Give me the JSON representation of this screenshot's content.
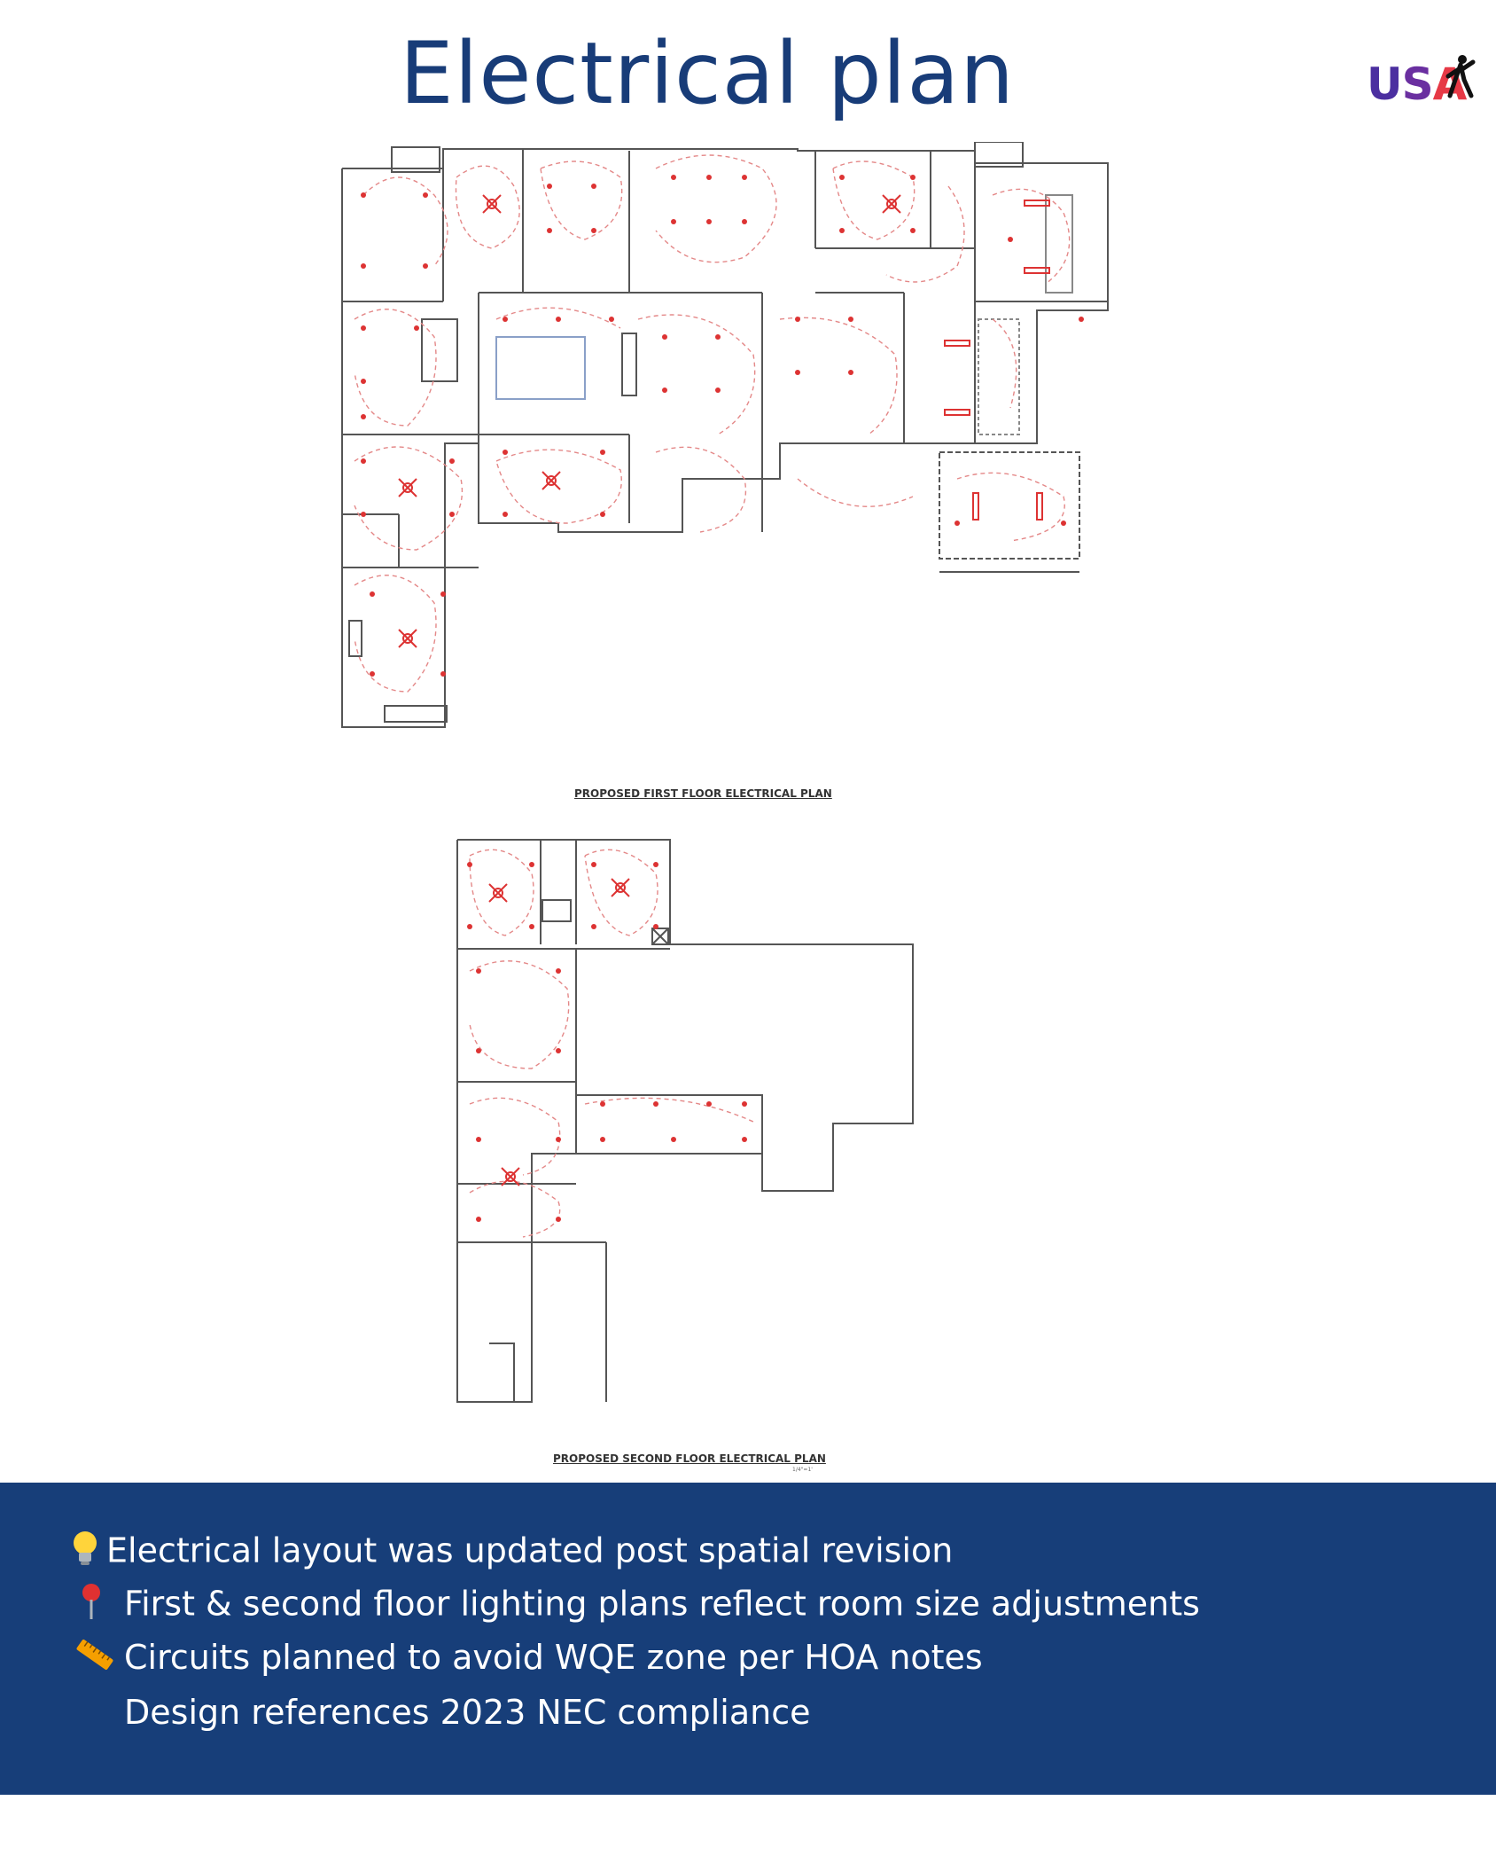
{
  "title": "Electrical plan",
  "logo": {
    "text_u": "U",
    "text_s": "S",
    "text_a": "A",
    "colors": {
      "u": "#4b2fa0",
      "s": "#6a2fa0",
      "a": "#e63946"
    }
  },
  "plans": {
    "first_floor_label": "PROPOSED FIRST FLOOR ELECTRICAL PLAN",
    "second_floor_label": "PROPOSED SECOND FLOOR ELECTRICAL PLAN",
    "scale": "1/4\"=1'"
  },
  "notes": [
    {
      "icon": "lightbulb-icon",
      "text": "Electrical layout was updated post spatial revision"
    },
    {
      "icon": "pushpin-icon",
      "text": "First & second floor lighting plans reflect room size adjustments"
    },
    {
      "icon": "ruler-icon",
      "text": "Circuits planned to avoid WQE zone per HOA notes"
    },
    {
      "icon": "",
      "text": "Design references 2023 NEC compliance"
    }
  ],
  "colors": {
    "title": "#183c78",
    "notes_bg": "#173e79",
    "wiring": "#e05050",
    "walls": "#444444"
  }
}
